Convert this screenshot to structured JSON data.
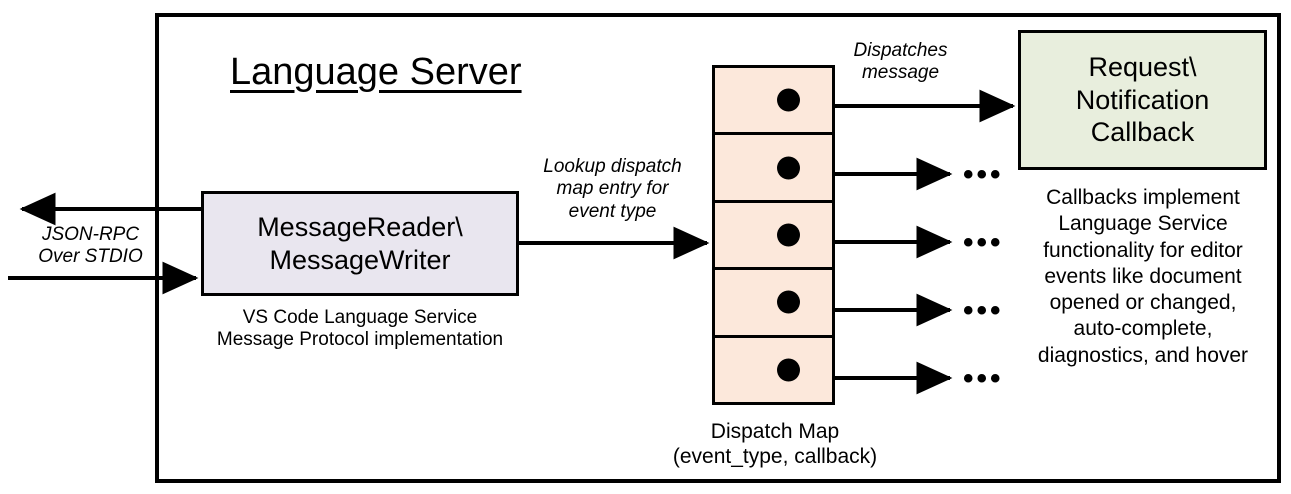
{
  "diagram": {
    "title": "Language Server",
    "outer_border_color": "#000000",
    "background": "#ffffff"
  },
  "reader_box": {
    "label": "MessageReader\\\nMessageWriter",
    "fill": "#e9e6ef",
    "caption": "VS Code Language Service\nMessage Protocol implementation"
  },
  "left_channel": {
    "label": "JSON-RPC\nOver STDIO",
    "outbound_arrow": "arrow-left-out",
    "inbound_arrow": "arrow-right-in"
  },
  "lookup_edge": {
    "label": "Lookup dispatch\nmap entry for\nevent type"
  },
  "dispatch_map": {
    "fill": "#fce8db",
    "caption": "Dispatch Map\n(event_type, callback)",
    "rows": [
      {
        "dot": "entry-dot",
        "arrow": "dispatch-arrow",
        "trailing": ""
      },
      {
        "dot": "entry-dot",
        "arrow": "dispatch-arrow",
        "trailing": "•••"
      },
      {
        "dot": "entry-dot",
        "arrow": "dispatch-arrow",
        "trailing": "•••"
      },
      {
        "dot": "entry-dot",
        "arrow": "dispatch-arrow",
        "trailing": "•••"
      },
      {
        "dot": "entry-dot",
        "arrow": "dispatch-arrow",
        "trailing": "•••"
      }
    ]
  },
  "dispatch_edge": {
    "label": "Dispatches\nmessage"
  },
  "callback_box": {
    "label": "Request\\\nNotification\nCallback",
    "fill": "#e8eedd",
    "caption": "Callbacks implement\nLanguage Service\nfunctionality for editor\nevents like document\nopened or changed,\nauto-complete,\ndiagnostics, and hover"
  }
}
